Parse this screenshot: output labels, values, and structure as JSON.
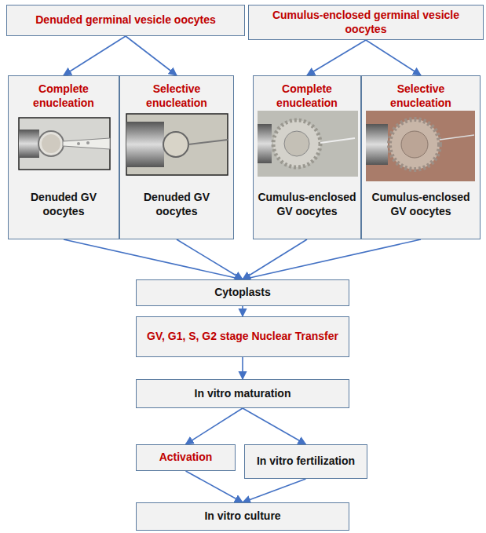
{
  "diagram": {
    "nodes": [
      {
        "text": [
          "Denuded germinal vesicle oocytes"
        ]
      },
      {
        "text": [
          "Cumulus-enclosed germinal vesicle oocytes"
        ]
      },
      {
        "text": [
          "Complete enucleation",
          "Denuded GV oocytes"
        ]
      },
      {
        "text": [
          "Selective enucleation",
          "Denuded GV oocytes"
        ]
      },
      {
        "text": [
          "Complete enucleation",
          "Cumulus-enclosed GV oocytes"
        ]
      },
      {
        "text": [
          "Selective enucleation",
          "Cumulus-enclosed GV oocytes"
        ]
      },
      {
        "text": [
          "Cytoplasts"
        ]
      },
      {
        "text": [
          "GV, G1, S, G2 stage Nuclear Transfer"
        ]
      },
      {
        "text": [
          "In vitro maturation"
        ]
      },
      {
        "text": [
          "Activation"
        ]
      },
      {
        "text": [
          "In vitro fertilization"
        ]
      },
      {
        "text": [
          "In vitro culture"
        ]
      }
    ],
    "edges": [
      {
        "from": 0,
        "to": 2,
        "arrow": "to"
      },
      {
        "from": 0,
        "to": 3,
        "arrow": "to"
      },
      {
        "from": 1,
        "to": 4,
        "arrow": "to"
      },
      {
        "from": 1,
        "to": 5,
        "arrow": "to"
      },
      {
        "from": 2,
        "to": 6,
        "arrow": "to"
      },
      {
        "from": 3,
        "to": 6,
        "arrow": "to"
      },
      {
        "from": 4,
        "to": 6,
        "arrow": "to"
      },
      {
        "from": 5,
        "to": 6,
        "arrow": "to"
      },
      {
        "from": 6,
        "to": 7,
        "arrow": "to"
      },
      {
        "from": 7,
        "to": 8,
        "arrow": "to"
      },
      {
        "from": 8,
        "to": 9,
        "arrow": "to"
      },
      {
        "from": 8,
        "to": 10,
        "arrow": "to"
      },
      {
        "from": 9,
        "to": 11,
        "arrow": "to"
      },
      {
        "from": 10,
        "to": 11,
        "arrow": "to"
      }
    ]
  }
}
